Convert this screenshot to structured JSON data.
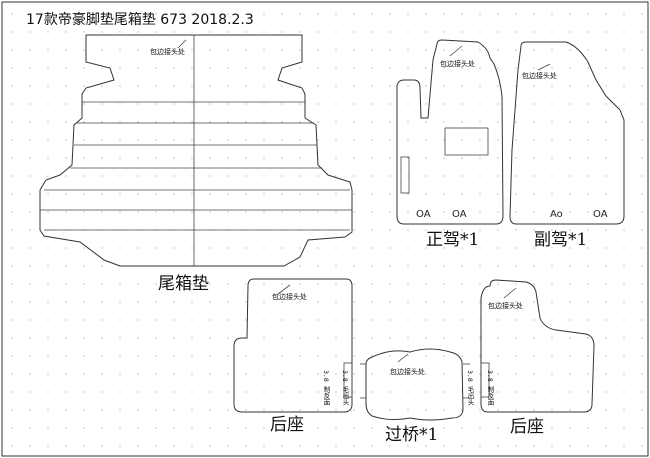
{
  "title": "17款帝豪脚垫尾箱垫  673    2018.2.3",
  "trunk": {
    "label": "尾箱垫",
    "note": "包边接头处"
  },
  "driver": {
    "label": "正驾*1",
    "note": "包边接头处",
    "marks": [
      "OA",
      "OA"
    ]
  },
  "passenger": {
    "label": "副驾*1",
    "note": "包边接头处",
    "marks": [
      "Ao",
      "OA"
    ]
  },
  "rear_left": {
    "label": "后座",
    "note": "包边接头处",
    "side_tag_a": "3.8 制反面",
    "side_tag_b": "3.8 毛出头"
  },
  "bridge": {
    "label": "过桥*1",
    "note": "包边接头处"
  },
  "rear_right": {
    "label": "后座",
    "note": "包边接头处",
    "side_tag_a": "3.8 毛出头",
    "side_tag_b": "3.8 制反面"
  },
  "colors": {
    "line": "#333333",
    "dots": "#9a9a9a",
    "text": "#111111"
  }
}
